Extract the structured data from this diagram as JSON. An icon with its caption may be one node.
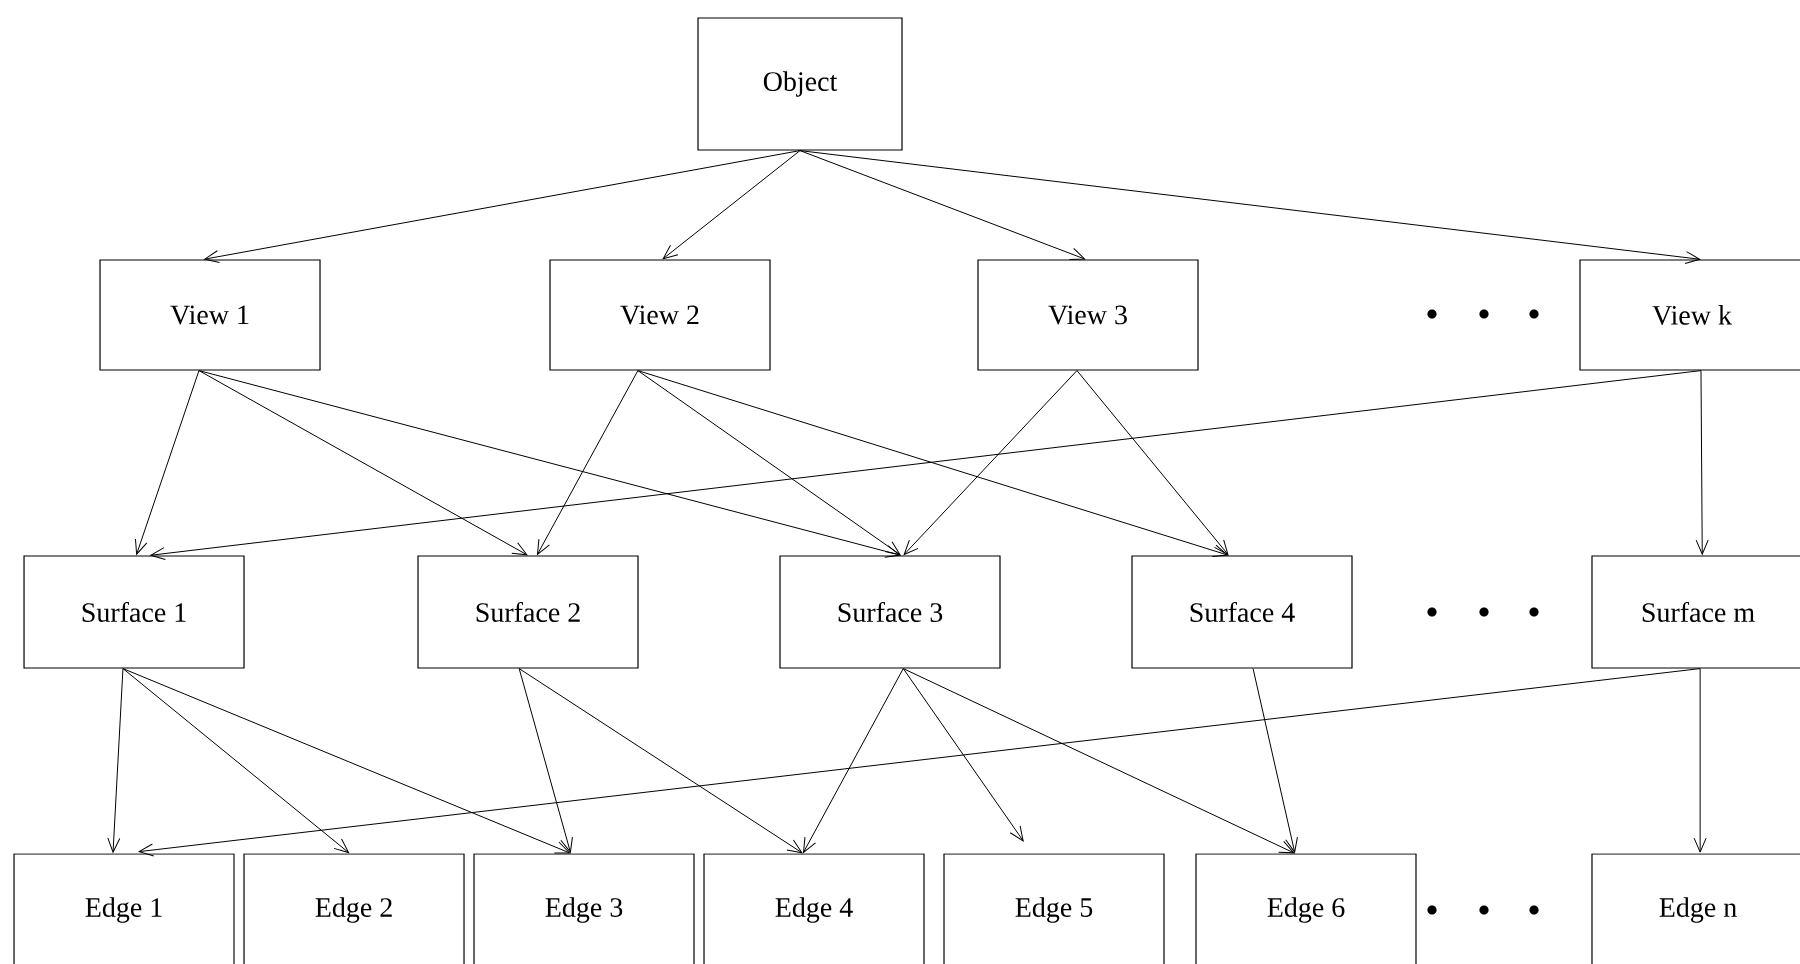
{
  "diagram": {
    "nodes": [
      {
        "text": [
          "Object"
        ]
      },
      {
        "text": [
          "View 1"
        ]
      },
      {
        "text": [
          "View 2"
        ]
      },
      {
        "text": [
          "View 3"
        ]
      },
      {
        "text": [
          "View k"
        ]
      },
      {
        "text": [
          "Surface 1"
        ]
      },
      {
        "text": [
          "Surface 2"
        ]
      },
      {
        "text": [
          "Surface 3"
        ]
      },
      {
        "text": [
          "Surface 4"
        ]
      },
      {
        "text": [
          "Surface m"
        ]
      },
      {
        "text": [
          "Edge 1"
        ]
      },
      {
        "text": [
          "Edge 2"
        ]
      },
      {
        "text": [
          "Edge 3"
        ]
      },
      {
        "text": [
          "Edge 4"
        ]
      },
      {
        "text": [
          "Edge 5"
        ]
      },
      {
        "text": [
          "Edge 6"
        ]
      },
      {
        "text": [
          "Edge n"
        ]
      }
    ],
    "edges": [
      {
        "from": 0,
        "to": 1,
        "arrow": "to"
      },
      {
        "from": 0,
        "to": 2,
        "arrow": "to"
      },
      {
        "from": 0,
        "to": 3,
        "arrow": "to"
      },
      {
        "from": 0,
        "to": 4,
        "arrow": "to"
      },
      {
        "from": 1,
        "to": 5,
        "arrow": "to"
      },
      {
        "from": 1,
        "to": 6,
        "arrow": "to"
      },
      {
        "from": 1,
        "to": 7,
        "arrow": "to"
      },
      {
        "from": 2,
        "to": 6,
        "arrow": "to"
      },
      {
        "from": 2,
        "to": 7,
        "arrow": "to"
      },
      {
        "from": 2,
        "to": 8,
        "arrow": "to"
      },
      {
        "from": 3,
        "to": 7,
        "arrow": "to"
      },
      {
        "from": 3,
        "to": 8,
        "arrow": "to"
      },
      {
        "from": 4,
        "to": 5,
        "arrow": "to"
      },
      {
        "from": 4,
        "to": 9,
        "arrow": "to"
      },
      {
        "from": 5,
        "to": 10,
        "arrow": "to"
      },
      {
        "from": 5,
        "to": 11,
        "arrow": "to"
      },
      {
        "from": 5,
        "to": 12,
        "arrow": "to"
      },
      {
        "from": 6,
        "to": 12,
        "arrow": "to"
      },
      {
        "from": 6,
        "to": 13,
        "arrow": "to"
      },
      {
        "from": 7,
        "to": 13,
        "arrow": "to"
      },
      {
        "from": 7,
        "to": 14,
        "arrow": "to"
      },
      {
        "from": 7,
        "to": 15,
        "arrow": "to"
      },
      {
        "from": 8,
        "to": 15,
        "arrow": "to"
      },
      {
        "from": 9,
        "to": 10,
        "arrow": "to"
      },
      {
        "from": 9,
        "to": 16,
        "arrow": "to"
      }
    ]
  }
}
